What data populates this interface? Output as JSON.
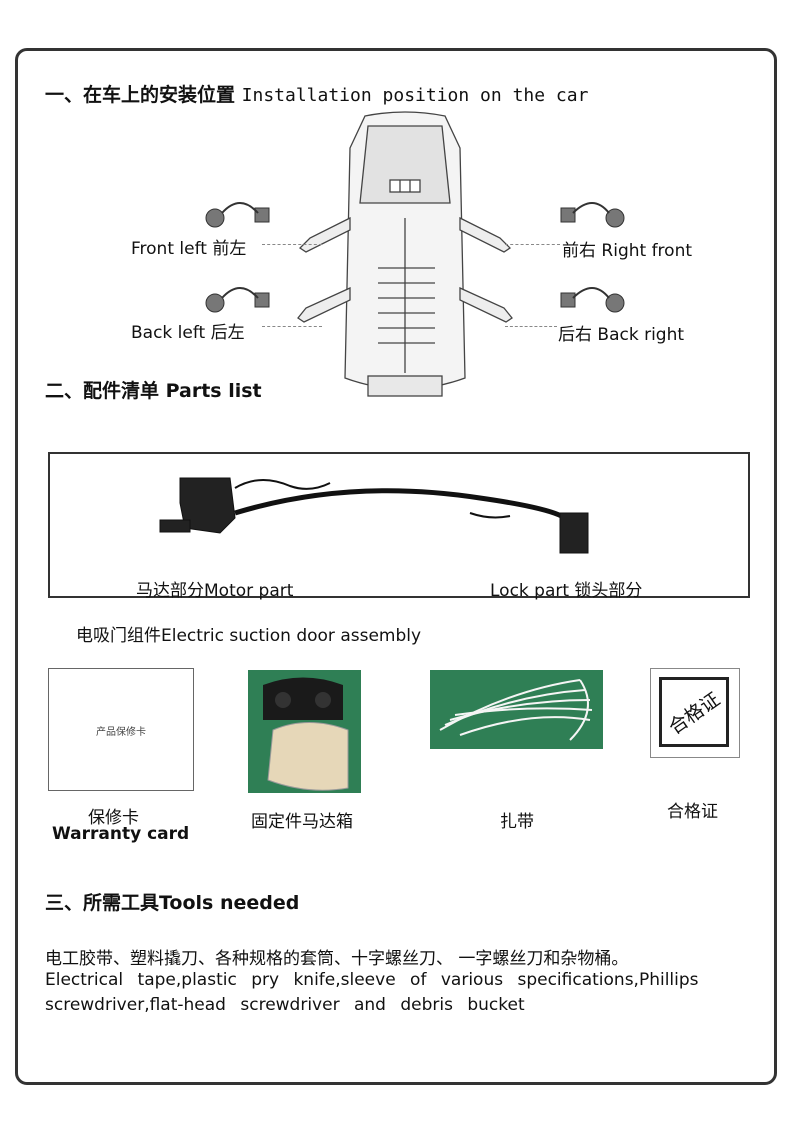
{
  "section1": {
    "title_cn": "一、在车上的安装位置",
    "title_en": "Installation position on the car",
    "front_left": "Front left 前左",
    "right_front": "前右 Right front",
    "back_left": "Back left 后左",
    "back_right": "后右 Back right"
  },
  "section2": {
    "title": "二、配件清单 Parts list",
    "motor_part": "马达部分Motor part",
    "lock_part": "Lock part 锁头部分",
    "assembly": "电吸门组件Electric suction door assembly",
    "warranty_card_inner": "产品保修卡",
    "warranty_cn": "保修卡",
    "warranty_en": "Warranty card",
    "motor_box": "固定件马达箱",
    "cable_ties": "扎带",
    "certificate_badge": "合格证",
    "certificate": "合格证"
  },
  "section3": {
    "title": "三、所需工具Tools needed",
    "tools_cn": "电工胶带、塑料撬刀、各种规格的套筒、十字螺丝刀、 一字螺丝刀和杂物桶。",
    "tools_en_line1": "Electrical tape,plastic pry knife,sleeve of various specifications,Phillips",
    "tools_en_line2": "screwdriver,flat-head screwdriver and debris bucket"
  }
}
